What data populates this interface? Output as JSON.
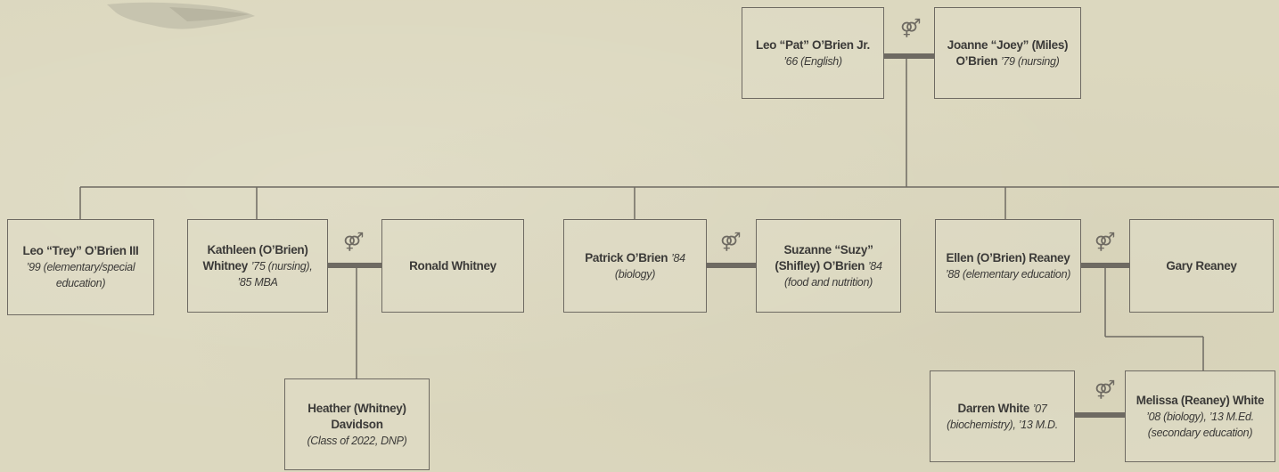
{
  "marriage_symbol": "⚤",
  "people": {
    "leo_jr": {
      "name": "Leo “Pat” O’Brien Jr.",
      "detail": "’66 (English)"
    },
    "joanne": {
      "name": "Joanne “Joey” (Miles) O’Brien",
      "detail": "’79 (nursing)"
    },
    "trey": {
      "name": "Leo “Trey” O’Brien III",
      "detail": "’99 (elementary/special education)"
    },
    "kathleen": {
      "name": "Kathleen (O’Brien) Whitney",
      "detail": "’75 (nursing), ’85 MBA"
    },
    "ronald": {
      "name": "Ronald Whitney",
      "detail": ""
    },
    "patrick": {
      "name": "Patrick O’Brien",
      "detail": "’84 (biology)"
    },
    "suzanne": {
      "name": "Suzanne “Suzy” (Shifley) O’Brien",
      "detail": "’84 (food and nutrition)"
    },
    "ellen": {
      "name": "Ellen (O’Brien) Reaney",
      "detail": "’88 (elementary education)"
    },
    "gary": {
      "name": "Gary Reaney",
      "detail": ""
    },
    "heather": {
      "name": "Heather (Whitney) Davidson",
      "detail": "(Class of 2022, DNP)"
    },
    "darren": {
      "name": "Darren White",
      "detail": "’07 (biochemistry), ’13 M.D."
    },
    "melissa": {
      "name": "Melissa (Reaney) White",
      "detail": "’08 (biology), ’13 M.Ed. (secondary education)"
    }
  },
  "colors": {
    "line": "#6e6a62",
    "background": "#dcd8bf"
  }
}
